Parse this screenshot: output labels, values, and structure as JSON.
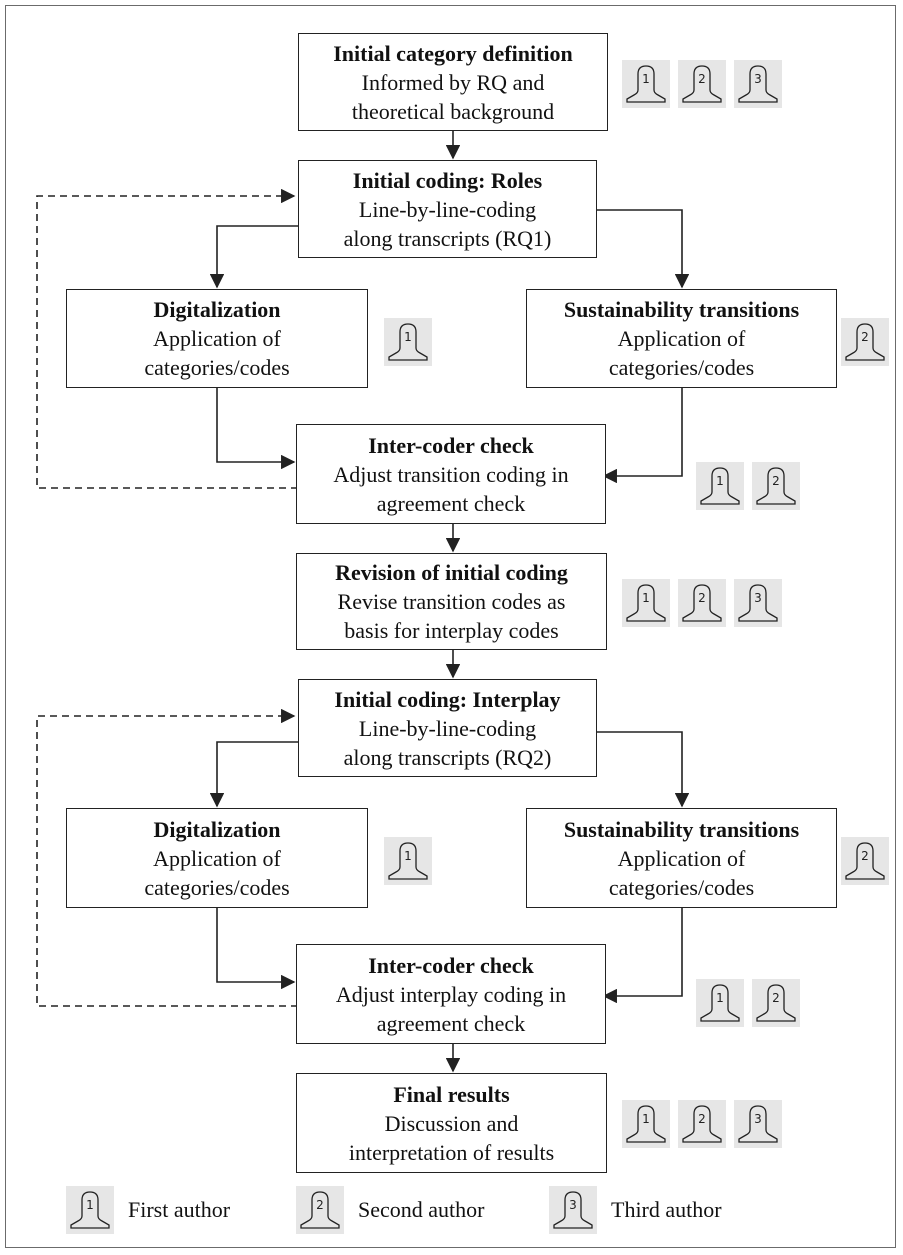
{
  "steps": {
    "initial_definition": {
      "title": "Initial category definition",
      "line1": "Informed by RQ and",
      "line2": "theoretical background"
    },
    "coding_roles": {
      "title": "Initial coding: Roles",
      "line1": "Line-by-line-coding",
      "line2": "along transcripts (RQ1)"
    },
    "digital_1": {
      "title": "Digitalization",
      "line1": "Application of",
      "line2": "categories/codes"
    },
    "sustain_1": {
      "title": "Sustainability transitions",
      "line1": "Application of",
      "line2": "categories/codes"
    },
    "check_1": {
      "title": "Inter-coder check",
      "line1": "Adjust transition coding in",
      "line2": "agreement check"
    },
    "revision": {
      "title": "Revision of initial coding",
      "line1": "Revise transition codes as",
      "line2": "basis for interplay codes"
    },
    "coding_interplay": {
      "title": "Initial coding: Interplay",
      "line1": "Line-by-line-coding",
      "line2": "along transcripts (RQ2)"
    },
    "digital_2": {
      "title": "Digitalization",
      "line1": "Application of",
      "line2": "categories/codes"
    },
    "sustain_2": {
      "title": "Sustainability transitions",
      "line1": "Application of",
      "line2": "categories/codes"
    },
    "check_2": {
      "title": "Inter-coder check",
      "line1": "Adjust interplay coding in",
      "line2": "agreement check"
    },
    "final": {
      "title": "Final results",
      "line1": "Discussion and",
      "line2": "interpretation of results"
    }
  },
  "legend": {
    "first": {
      "number": "1",
      "label": "First author"
    },
    "second": {
      "number": "2",
      "label": "Second author"
    },
    "third": {
      "number": "3",
      "label": "Third author"
    }
  },
  "icon_numbers": {
    "one": "1",
    "two": "2",
    "three": "3"
  }
}
